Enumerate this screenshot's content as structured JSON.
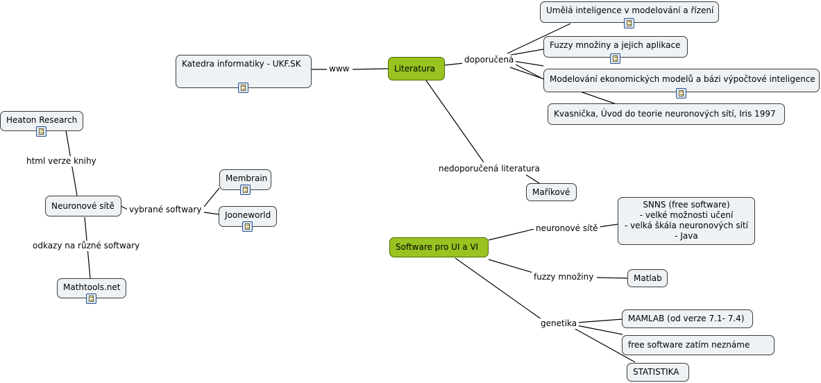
{
  "nodes": {
    "literatura": "Literatura",
    "katedra": "Katedra informatiky - UKF.SK",
    "umela": "Umělá inteligence v modelování a řízení",
    "fuzzy_mnoziny_kniha": "Fuzzy množiny a jejich aplikace",
    "modelovani": "Modelování ekonomických modelů a bázi výpočtové inteligence",
    "kvasnicka": "Kvasnička, Úvod do teorie neuronových sítí, Iris 1997",
    "marikove": "Maříkové",
    "heaton": "Heaton Research",
    "neuronove_site": "Neuronové sítě",
    "membrain": "Membrain",
    "jooneworld": "Jooneworld",
    "mathtools": "Mathtools.net",
    "software": "Software pro UI a VI",
    "snns": "SNNS (free software)\n- velké možnosti učení\n- velká škála neuronových sítí\n- Java",
    "matlab": "Matlab",
    "mamlab": "MAMLAB (od verze 7.1- 7.4)",
    "free_software": "free software zatím neznáme",
    "statistika": "STATISTIKA"
  },
  "labels": {
    "www": "www",
    "doporucena": "doporučená",
    "nedoporucena": "nedoporučená literatura",
    "html_verze": "html verze knihy",
    "vybrane": "vybrané softwary",
    "odkazy": "odkazy na různé softwary",
    "neuronove_site": "neuronové sítě",
    "fuzzy_mnoziny": "fuzzy množiny",
    "genetika": "genetika"
  },
  "colors": {
    "central_fill": "#99c320",
    "node_fill": "#eef2f4",
    "line": "#000000"
  },
  "icons": [
    "note-icon"
  ]
}
